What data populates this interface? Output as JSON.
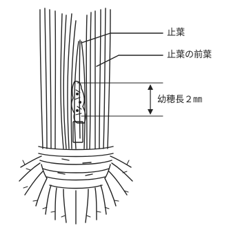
{
  "labels": {
    "flag_leaf": "止葉",
    "flag_leaf_sheath": "止葉の前葉",
    "panicle_length": "幼穂長２㎜"
  },
  "colors": {
    "ink": "#222222",
    "background": "#ffffff"
  }
}
